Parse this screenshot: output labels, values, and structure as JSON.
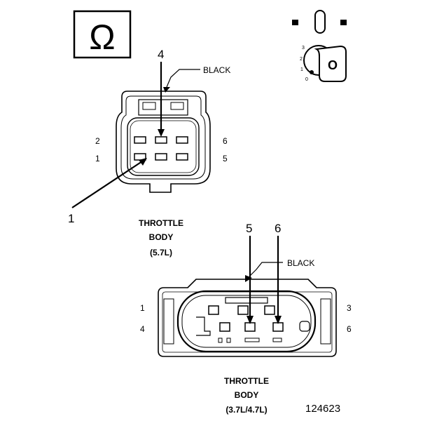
{
  "ohm_symbol": "Ω",
  "key_positions": [
    "3",
    "2",
    "1",
    "0"
  ],
  "key_letter": "O",
  "connector_57": {
    "color_label": "BLACK",
    "callout_top": "4",
    "callout_bottom": "1",
    "pin_labels": {
      "p2": "2",
      "p1": "1",
      "p6": "6",
      "p5": "5"
    },
    "caption": [
      "THROTTLE",
      "BODY",
      "(5.7L)"
    ]
  },
  "connector_3747": {
    "color_label": "BLACK",
    "callout_left": "5",
    "callout_right": "6",
    "pin_labels": {
      "p1": "1",
      "p4": "4",
      "p3": "3",
      "p6": "6"
    },
    "caption": [
      "THROTTLE",
      "BODY",
      "(3.7L/4.7L)"
    ]
  },
  "figure_number": "124623"
}
